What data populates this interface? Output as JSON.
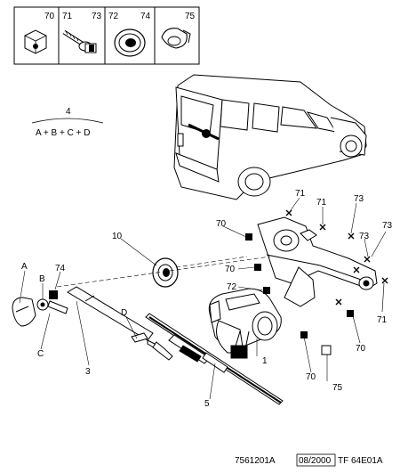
{
  "legend_boxes": [
    {
      "labels": [
        "70"
      ],
      "part": "clip-nut"
    },
    {
      "labels": [
        "71",
        "73"
      ],
      "part": "screw-washer"
    },
    {
      "labels": [
        "72",
        "74"
      ],
      "part": "grommet"
    },
    {
      "labels": [
        "75"
      ],
      "part": "cap-cover"
    }
  ],
  "formula": {
    "number": "4",
    "text": "A + B + C + D"
  },
  "callouts": {
    "c10": "10",
    "c70a": "70",
    "c70b": "70",
    "c70c": "70",
    "c70d": "70",
    "c71a": "71",
    "c71b": "71",
    "c71c": "71",
    "c72": "72",
    "c73a": "73",
    "c73b": "73",
    "c73c": "73",
    "c74": "74",
    "c75": "75",
    "cA": "A",
    "cB": "B",
    "cC": "C",
    "cD": "D",
    "c1": "1",
    "c3": "3",
    "c5": "5"
  },
  "footer": {
    "ref": "7561201A",
    "date": "08/2000",
    "code": "TF 64E01A"
  }
}
